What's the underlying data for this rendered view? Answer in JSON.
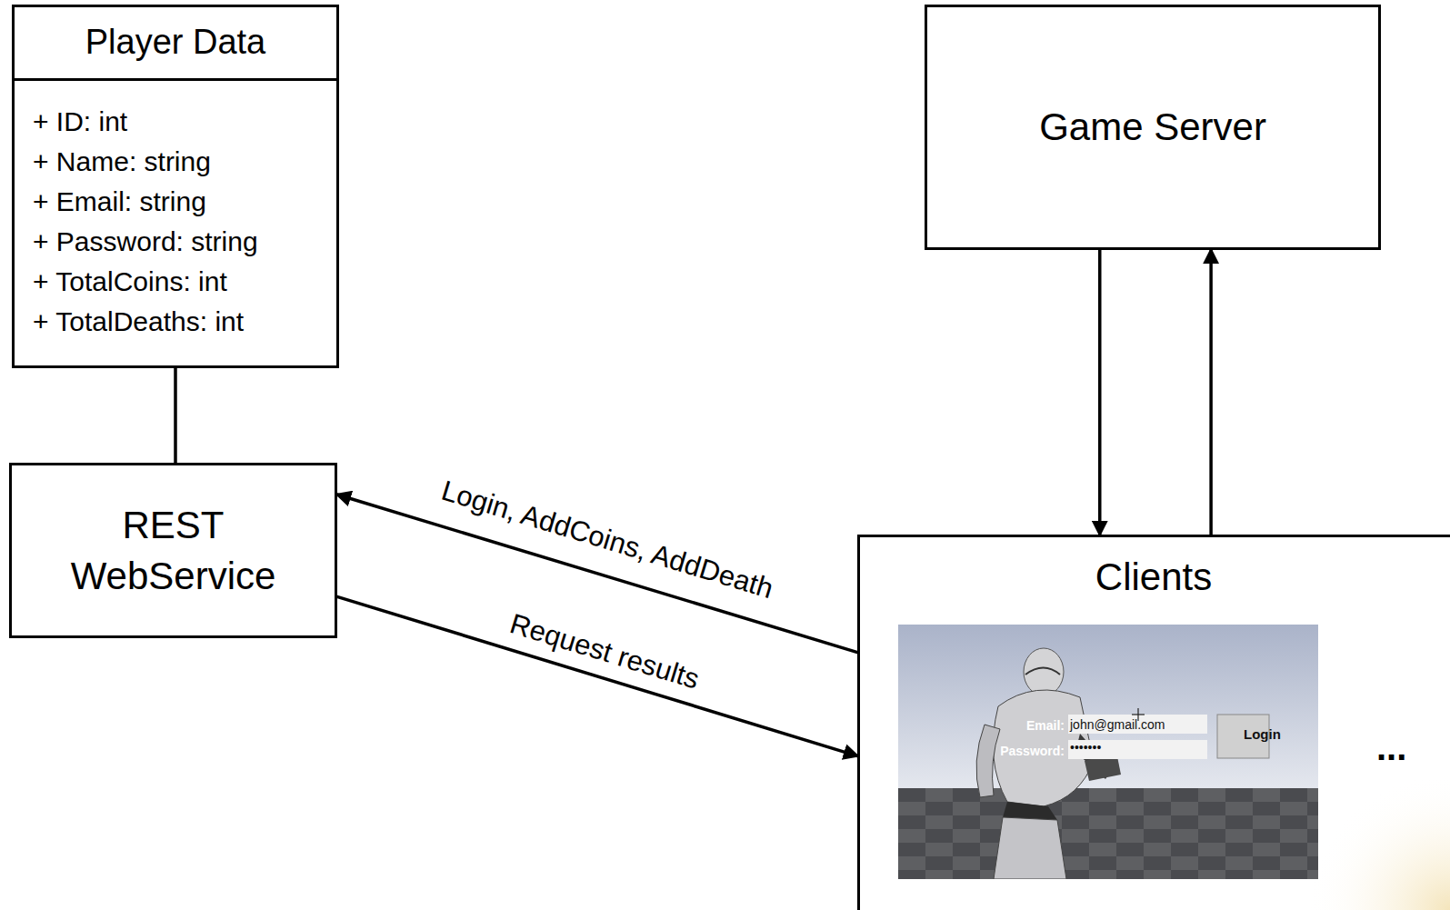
{
  "diagram": {
    "nodes": [
      {
        "text": [
          "Player Data",
          "+ ID: int",
          "+ Name: string",
          "+ Email: string",
          "+ Password: string",
          "+ TotalCoins: int",
          "+ TotalDeaths: int"
        ]
      },
      {
        "text": [
          "REST WebService"
        ]
      },
      {
        "text": [
          "Game Server"
        ]
      },
      {
        "text": [
          "Clients"
        ]
      }
    ],
    "edges": [
      {
        "from": 0,
        "to": 1,
        "arrow": "none"
      },
      {
        "from": 3,
        "to": 1,
        "label": "Login, AddCoins, AddDeath",
        "arrow": "to"
      },
      {
        "from": 1,
        "to": 3,
        "label": "Request results",
        "arrow": "to"
      },
      {
        "from": 2,
        "to": 3,
        "arrow": "to"
      },
      {
        "from": 3,
        "to": 2,
        "arrow": "to"
      }
    ],
    "labels": [
      "Email:",
      "john@gmail.com",
      "Password:",
      "•••••••",
      "Login",
      "..."
    ]
  }
}
